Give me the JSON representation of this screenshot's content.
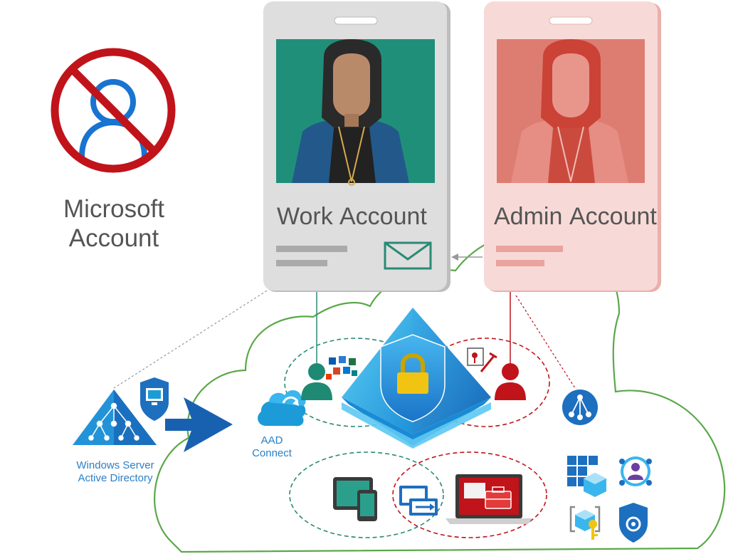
{
  "microsoft_account": {
    "line1": "Microsoft",
    "line2": "Account",
    "icon": "prohibited-user-icon",
    "icon_color": "#1874d0",
    "prohibit_color": "#c0141a"
  },
  "work_card": {
    "title_part1": "Work",
    "title_part2": "Account",
    "icon": "envelope-icon",
    "photo_bg": "#1f8f7a",
    "card_bg": "#dcdcdc",
    "accent": "#2a8a76"
  },
  "admin_card": {
    "title_part1": "Admin",
    "title_part2": "Account",
    "photo_bg": "#d96a5e",
    "card_bg": "#f6d5d2",
    "accent": "#c23a2a"
  },
  "windows_ad": {
    "line1": "Windows Server",
    "line2": "Active Directory",
    "icon": "active-directory-pyramid-icon"
  },
  "aad_connect": {
    "line1": "AAD",
    "line2": "Connect",
    "icon": "aad-connect-cloud-icon"
  },
  "colors": {
    "cloud_outline": "#5ba84a",
    "azure_blue": "#1d9bd8",
    "work_green": "#1e8a73",
    "admin_red": "#c0141a",
    "arrow_blue": "#1861b1",
    "label_blue": "#2a7fc6"
  },
  "icons": [
    "azure-ad-pyramid-lock-icon",
    "work-user-icon",
    "admin-user-icon",
    "office-apps-icon",
    "certificate-tools-icon",
    "hierarchy-icon",
    "tablet-phone-icon",
    "remote-desktop-icon",
    "admin-laptop-icon",
    "app-grid-icon",
    "user-network-icon",
    "key-cube-icon",
    "identity-protection-icon"
  ]
}
